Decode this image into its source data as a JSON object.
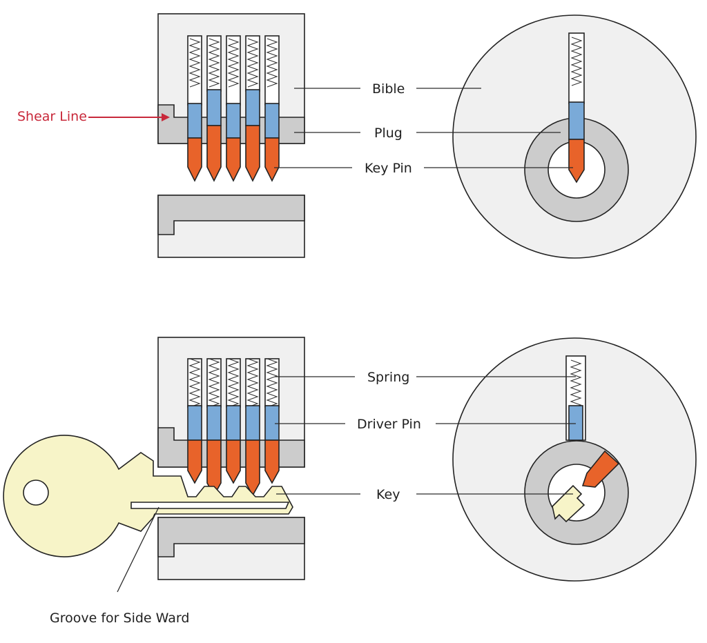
{
  "labels": {
    "bible": "Bible",
    "plug": "Plug",
    "key_pin": "Key Pin",
    "shear_line": "Shear Line",
    "spring": "Spring",
    "driver_pin": "Driver Pin",
    "key": "Key",
    "groove": "Groove for Side Ward"
  },
  "colors": {
    "housing": "#f0f0f0",
    "plug": "#cccccc",
    "driver_pin": "#7aaad8",
    "key_pin": "#e8632a",
    "key": "#f7f4c8",
    "shear_line_label": "#c8283a"
  },
  "icons": [
    "shear-line-arrow-icon"
  ]
}
